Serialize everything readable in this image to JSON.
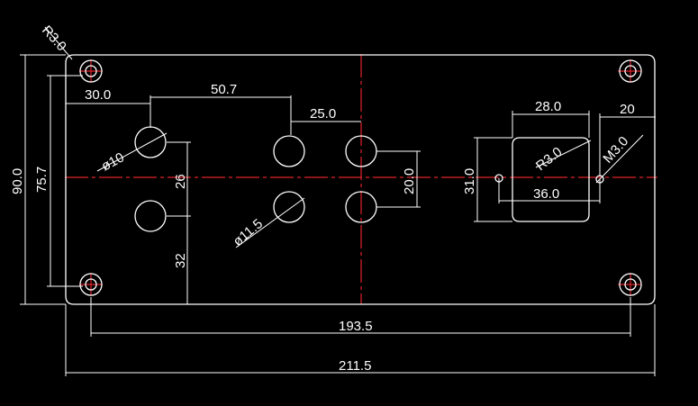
{
  "labels": {
    "corner_radius": "R3.0",
    "overall_height": "90.0",
    "hole_row_height": "75.7",
    "left_offset": "30.0",
    "hole_spacing_a": "50.7",
    "hole_spacing_b": "25.0",
    "hole_dia_large": "ø10",
    "hole_dia_medium": "ø11.5",
    "vertical_gap_left": "26",
    "lower_offset_left": "32",
    "vertical_gap_right": "20.0",
    "cutout_height": "31.0",
    "cutout_top_width": "28.0",
    "cutout_radius": "R3.0",
    "cutout_bottom_width": "36.0",
    "screw_offset": "20",
    "screw_size": "M3.0",
    "hole_span": "193.5",
    "overall_width": "211.5"
  },
  "colors": {
    "background": "#000000",
    "geometry": "#ffffff",
    "centerline": "#e0222a"
  }
}
